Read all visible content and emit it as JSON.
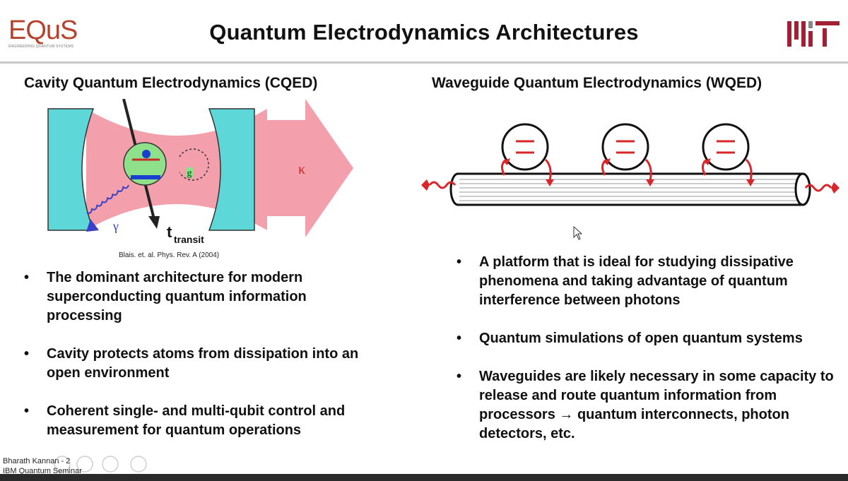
{
  "header": {
    "logo_left": "EQuS",
    "logo_left_sub": "ENGINEERING QUANTUM SYSTEMS",
    "title": "Quantum Electrodynamics Architectures",
    "logo_right": "MIT"
  },
  "left": {
    "heading": "Cavity Quantum Electrodynamics (CQED)",
    "diagram": {
      "label_kappa": "κ",
      "label_gamma": "γ",
      "label_g": "g",
      "label_t": "t",
      "label_t_sub": "transit"
    },
    "caption": "Blais. et. al. Phys. Rev. A (2004)",
    "bullets": [
      "The dominant architecture for modern superconducting quantum information processing",
      "Cavity protects atoms from dissipation into an open environment",
      "Coherent single- and multi-qubit control and measurement for quantum operations"
    ]
  },
  "right": {
    "heading": "Waveguide Quantum Electrodynamics (WQED)",
    "bullets": [
      "A platform that is ideal for studying dissipative phenomena and taking advantage of quantum interference between photons",
      "Quantum simulations of open quantum systems",
      "Waveguides are likely necessary in some capacity to release and route quantum information from processors → quantum interconnects, photon detectors, etc."
    ]
  },
  "footer": {
    "speaker_line1": "Bharath Kannan - 2",
    "speaker_line2": "IBM Quantum Seminar"
  },
  "colors": {
    "cavity_pink": "#f4a0ac",
    "mirror_cyan": "#5ed7d9",
    "atom_green": "#8ee08a",
    "red": "#d9262a",
    "logo_red": "#b5432c"
  }
}
